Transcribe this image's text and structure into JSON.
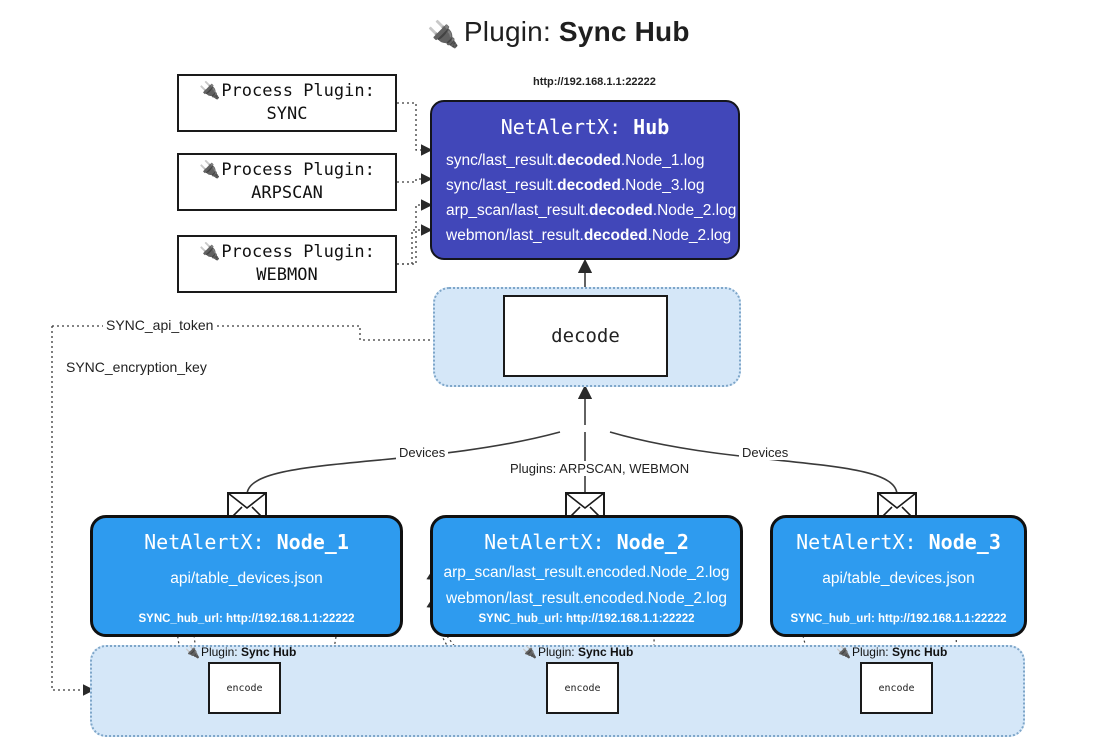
{
  "title": {
    "icon": "plug-icon",
    "prefix": "Plugin:",
    "name": "Sync Hub"
  },
  "process_plugins": [
    {
      "icon": "plug-icon",
      "line1": "Process Plugin:",
      "line2": "SYNC"
    },
    {
      "icon": "plug-icon",
      "line1": "Process Plugin:",
      "line2": "ARPSCAN"
    },
    {
      "icon": "plug-icon",
      "line1": "Process Plugin:",
      "line2": "WEBMON"
    }
  ],
  "hub": {
    "url": "http://192.168.1.1:22222",
    "title_prefix": "NetAlertX:",
    "title_name": "Hub",
    "logs": [
      {
        "pre": "sync/last_result.",
        "em": "decoded",
        "post": ".Node_1.log"
      },
      {
        "pre": "sync/last_result.",
        "em": "decoded",
        "post": ".Node_3.log"
      },
      {
        "pre": "arp_scan/last_result.",
        "em": "decoded",
        "post": ".Node_2.log"
      },
      {
        "pre": "webmon/last_result.",
        "em": "decoded",
        "post": ".Node_2.log"
      }
    ]
  },
  "decode": {
    "label": "decode"
  },
  "tokens": {
    "api_token": "SYNC_api_token",
    "encryption_key": "SYNC_encryption_key"
  },
  "edge_labels": {
    "devices_left": "Devices",
    "devices_right": "Devices",
    "plugins_center": "Plugins: ARPSCAN, WEBMON"
  },
  "nodes": [
    {
      "icon": "envelope-icon",
      "title_prefix": "NetAlertX:",
      "title_name": "Node_1",
      "lines": [
        "api/table_devices.json"
      ],
      "footer": "SYNC_hub_url: http://192.168.1.1:22222"
    },
    {
      "icon": "envelope-icon",
      "title_prefix": "NetAlertX:",
      "title_name": "Node_2",
      "lines": [
        "arp_scan/last_result.encoded.Node_2.log",
        "webmon/last_result.encoded.Node_2.log"
      ],
      "footer": "SYNC_hub_url: http://192.168.1.1:22222"
    },
    {
      "icon": "envelope-icon",
      "title_prefix": "NetAlertX:",
      "title_name": "Node_3",
      "lines": [
        "api/table_devices.json"
      ],
      "footer": "SYNC_hub_url: http://192.168.1.1:22222"
    }
  ],
  "encoders": [
    {
      "plugin_icon": "plug-icon",
      "plugin_prefix": "Plugin:",
      "plugin_name": "Sync Hub",
      "label": "encode"
    },
    {
      "plugin_icon": "plug-icon",
      "plugin_prefix": "Plugin:",
      "plugin_name": "Sync Hub",
      "label": "encode"
    },
    {
      "plugin_icon": "plug-icon",
      "plugin_prefix": "Plugin:",
      "plugin_name": "Sync Hub",
      "label": "encode"
    }
  ],
  "colors": {
    "hub_fill": "#4147b9",
    "node_fill": "#2e9bef",
    "cluster_fill": "#d5e7f8",
    "cluster_border": "#7ea6c9",
    "stroke": "#333333"
  }
}
